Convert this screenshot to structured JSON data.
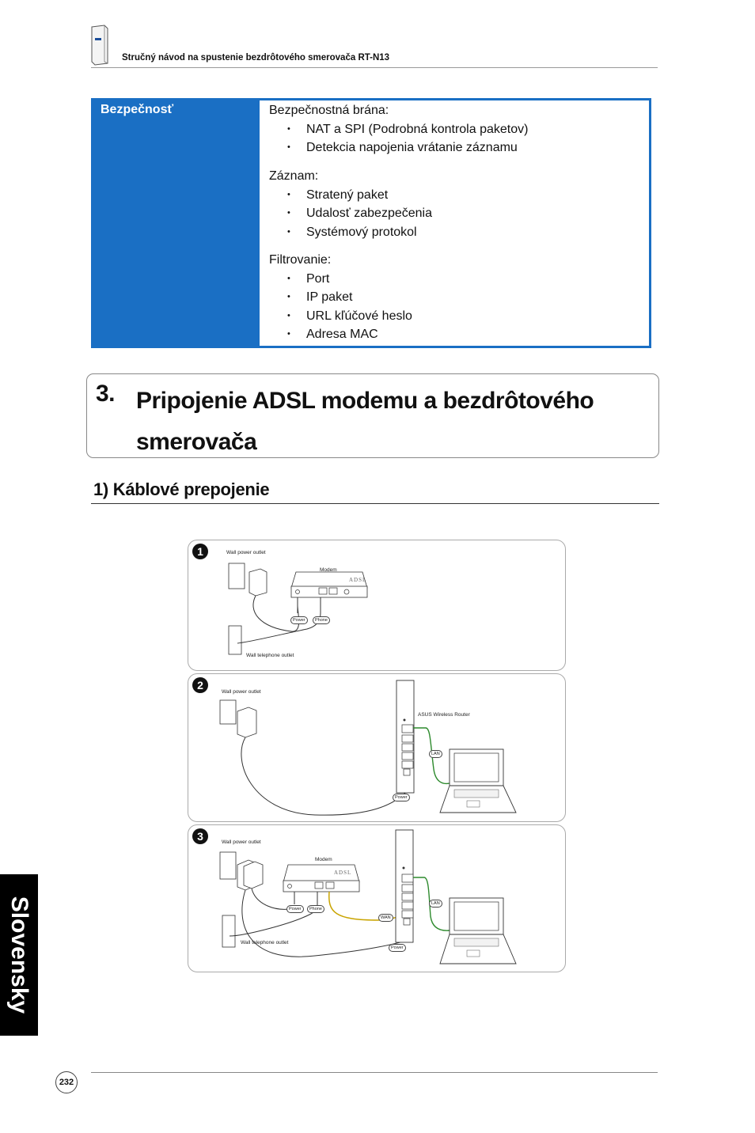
{
  "header": {
    "title": "Stručný návod na spustenie bezdrôtového smerovača RT-N13"
  },
  "security_table": {
    "label": "Bezpečnosť",
    "groups": [
      {
        "title": "Bezpečnostná brána:",
        "items": [
          "NAT a SPI (Podrobná kontrola paketov)",
          "Detekcia napojenia vrátanie záznamu"
        ]
      },
      {
        "title": "Záznam:",
        "items": [
          "Stratený paket",
          "Udalosť zabezpečenia",
          "Systémový protokol"
        ]
      },
      {
        "title": "Filtrovanie:",
        "items": [
          "Port",
          "IP paket",
          "URL kľúčové heslo",
          "Adresa MAC"
        ]
      }
    ]
  },
  "section": {
    "number": "3.",
    "title": "Pripojenie ADSL modemu a bezdrôtového smerovača"
  },
  "subsection": {
    "title": "1) Káblové prepojenie"
  },
  "diagram": {
    "panel1": {
      "badge": "1",
      "wall_power": "Wall power outlet",
      "modem": "Modem",
      "adsl": "ADSL",
      "power": "Power",
      "phone": "Phone",
      "wall_phone": "Wall telephone outlet"
    },
    "panel2": {
      "badge": "2",
      "wall_power": "Wall power outlet",
      "router": "ASUS Wireless Router",
      "lan": "LAN",
      "power": "Power"
    },
    "panel3": {
      "badge": "3",
      "wall_power": "Wall power outlet",
      "modem": "Modem",
      "adsl": "ADSL",
      "power": "Power",
      "phone": "Phone",
      "wan": "WAN",
      "lan": "LAN",
      "router_power": "Power",
      "wall_phone": "Wall telephone outlet"
    }
  },
  "sidebar": {
    "language": "Slovensky"
  },
  "footer": {
    "page_number": "232"
  }
}
